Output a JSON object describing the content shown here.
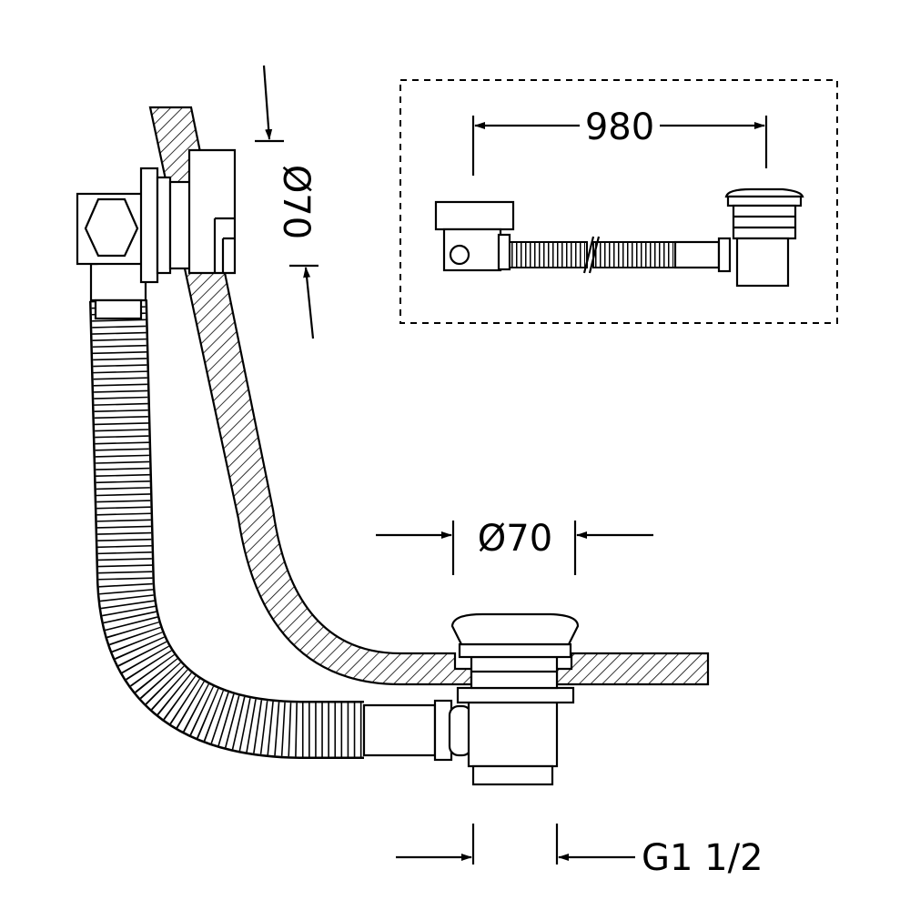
{
  "diagram": {
    "overview_length_label": "980",
    "overflow_diameter_label": "Ø70",
    "drain_diameter_label": "Ø70",
    "thread_label": "G1 1/2"
  }
}
